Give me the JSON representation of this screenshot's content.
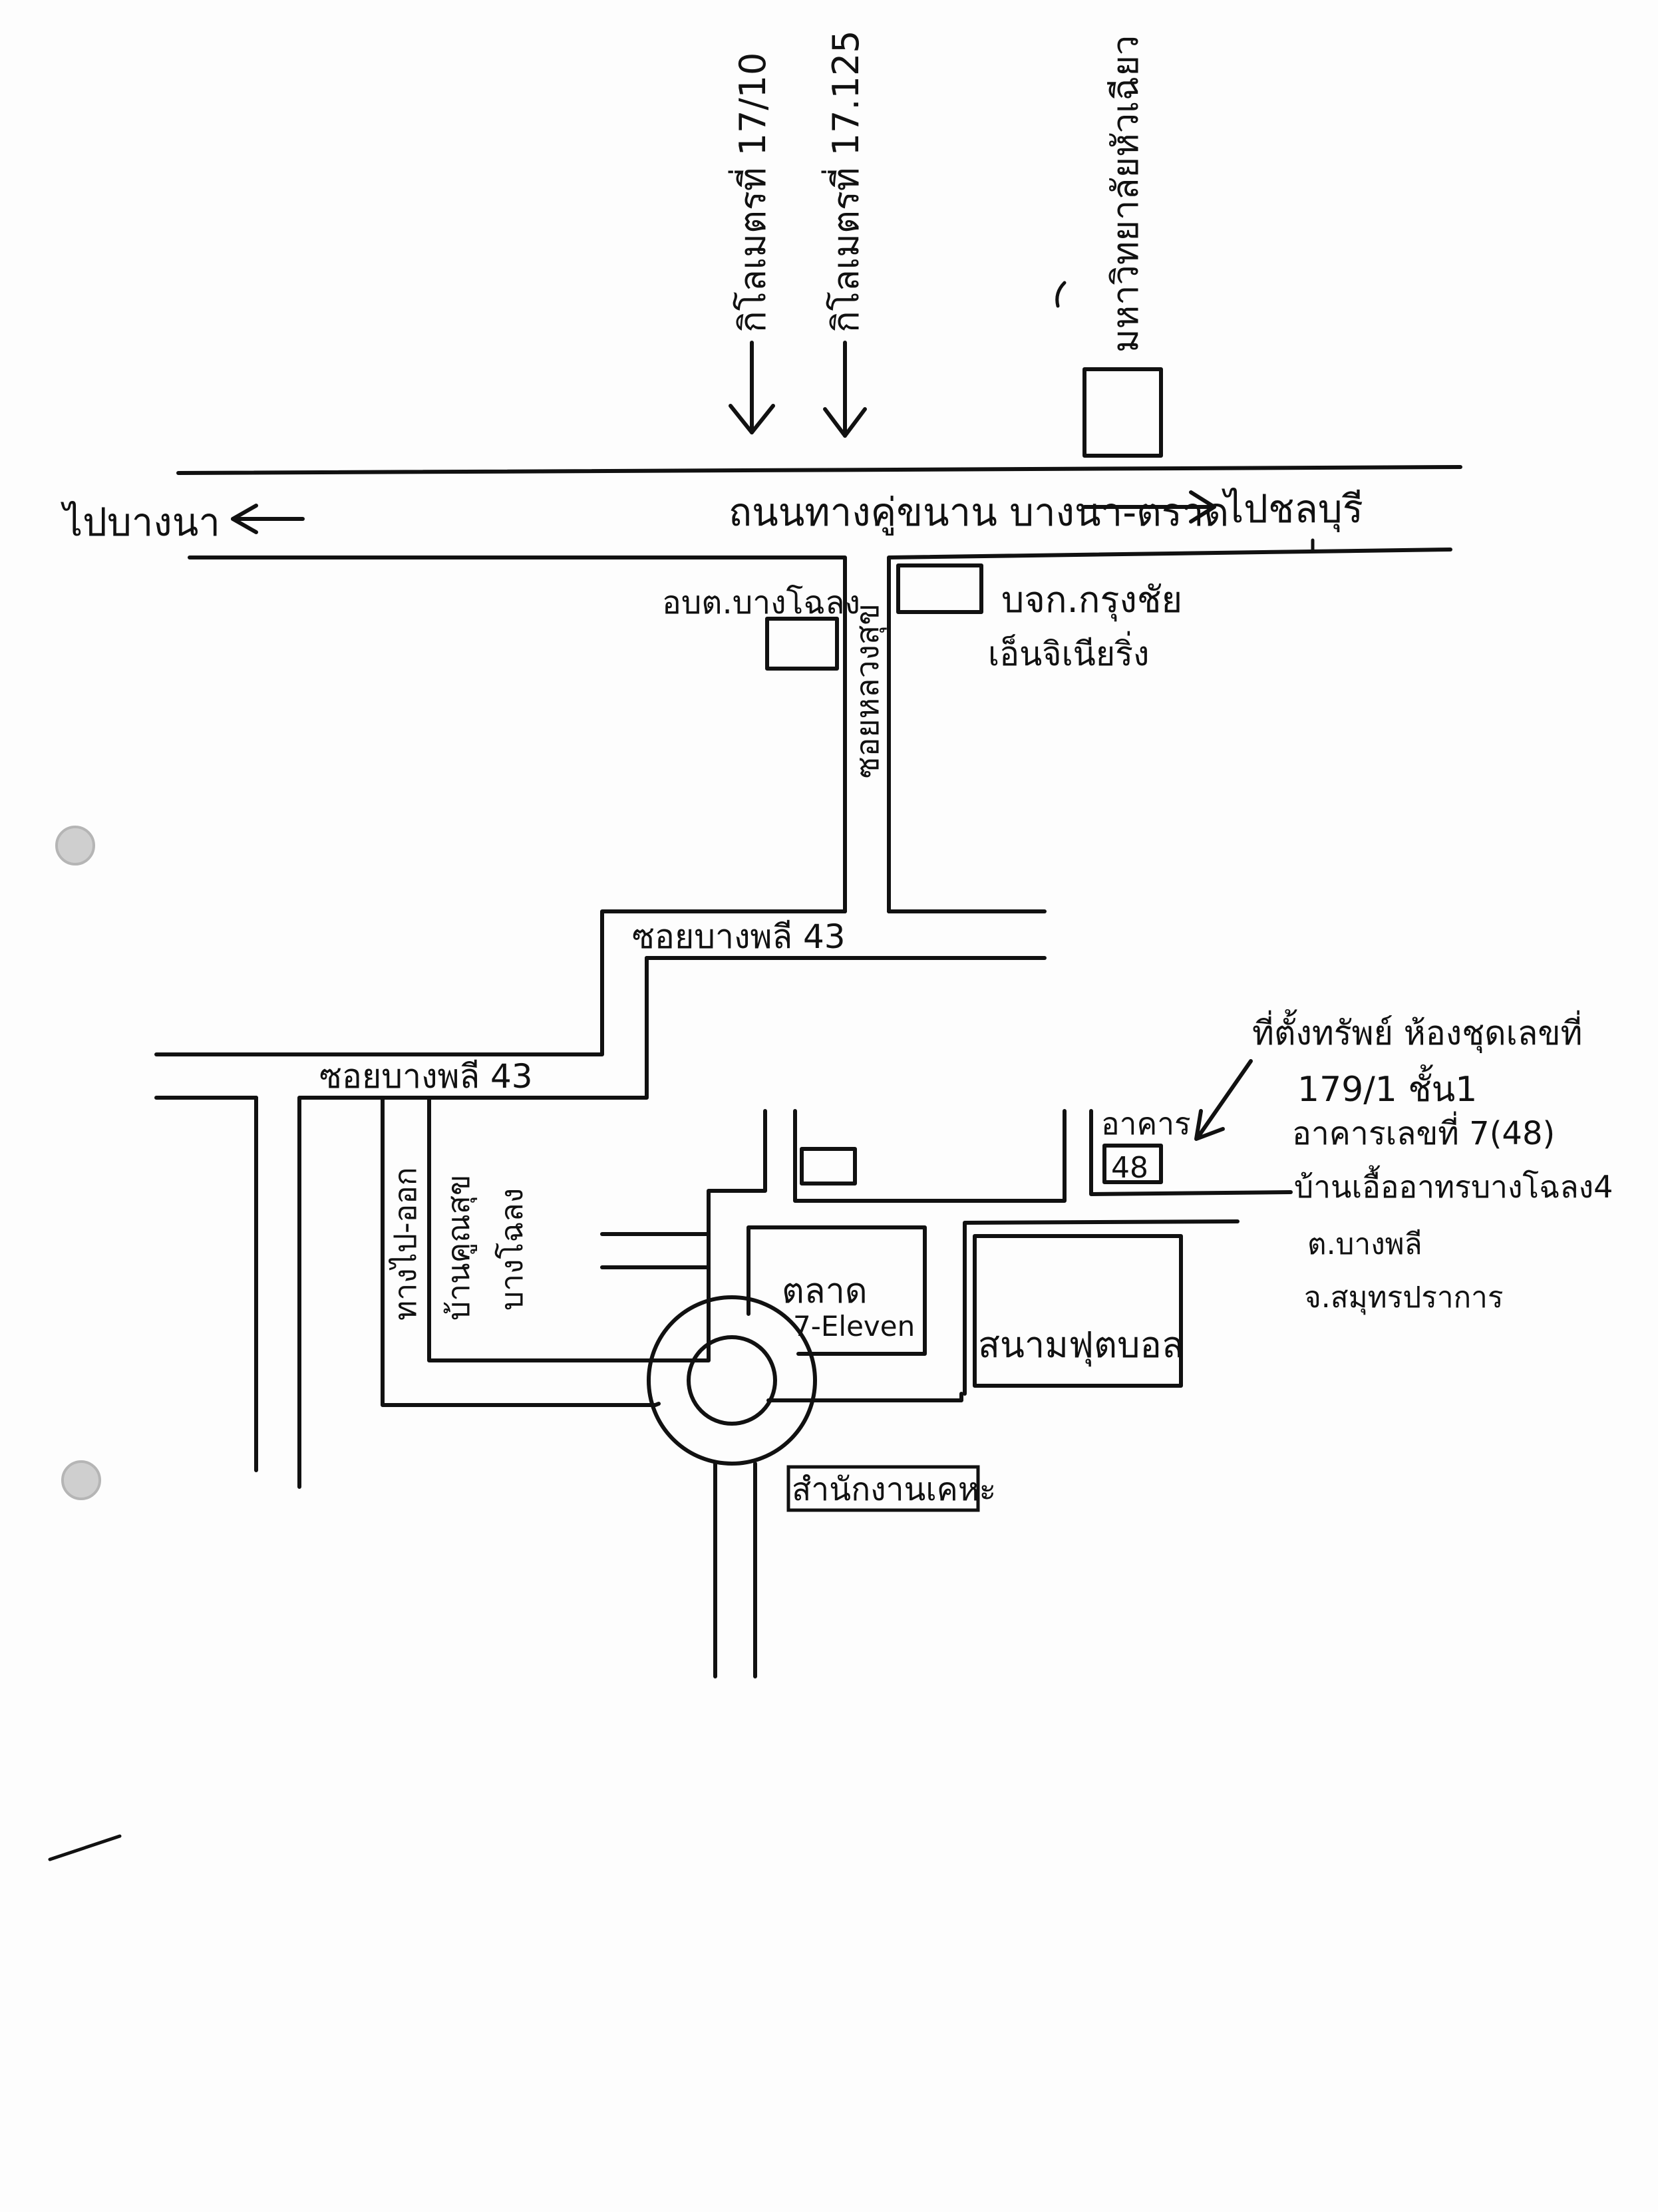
{
  "map": {
    "main_road": "ถนนทางคู่ขนาน บางนา-ตราด",
    "to_bangna": "ไปบางนา",
    "to_chonburi": "ไปชลบุรี",
    "km_marker_1": "กิโลเมตรที่ 17/10",
    "km_marker_2": "กิโลเมตรที่ 17.125",
    "university": "มหาวิทยาลัยหัวเฉียว",
    "abt_office": "อบต.บางโฉลง",
    "company": "บจก.กรุงชัย",
    "company_line2": "เอ็นจิเนียริ่ง",
    "soi_hansuk": "ซอยหลวงสุข",
    "soi_43_upper": "ซอยบางพลี 43",
    "soi_43_lower": "ซอยบางพลี 43",
    "road_bangchalong_1": "ทางไป-ออก",
    "road_bangchalong_2": "บ้านคูณสุข",
    "road_bangchalong_3": "บางโฉลง",
    "market": "ตลาด",
    "seven_eleven": "7-Eleven",
    "football_field": "สนามฟุตบอล",
    "housing_office": "สำนักงานเคหะ",
    "building_label": "อาคาร",
    "building_number": "48",
    "address_line1": "ที่ตั้งทรัพย์ ห้องชุดเลขที่",
    "address_line2": "179/1 ชั้น1",
    "address_line3": "อาคารเลขที่ 7(48)",
    "address_line4": "บ้านเอื้ออาทรบางโฉลง4",
    "address_line5": "ต.บางพลี",
    "address_line6": "จ.สมุทรปราการ"
  }
}
